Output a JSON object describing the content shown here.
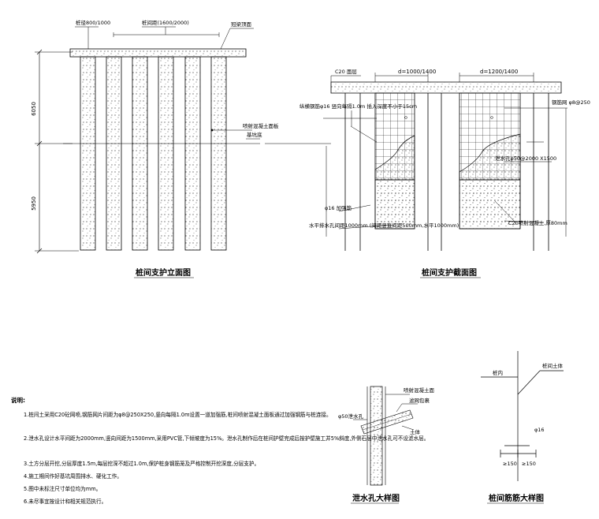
{
  "elevation": {
    "title": "桩间支护立面图",
    "label_pile_d": "桩径800/1000",
    "label_pile_spacing": "桩间距(1600/2000)",
    "label_crown_beam": "冠梁顶面",
    "label_spray": "喷射混凝土面板",
    "label_ground": "基坑底",
    "dim_upper": "6050",
    "dim_lower": "5950"
  },
  "section": {
    "title": "桩间支护截面图",
    "label_c20": "C20 面层",
    "dim_d1": "d=1000/1400",
    "dim_d2": "d=1200/1400",
    "label_rebar_left": "纵横钢筋φ16 竖向每隔1.0m 插入深度不小于15cm",
    "label_rebar_right": "钢筋网 φ8@250",
    "label_drain": "泄水孔φ50@2000 X1500",
    "label_anchor": "φ16 加强筋",
    "label_weep": "水平排水孔间距1000mm (间距竖直间距500mm,水平1000mm)",
    "label_c20_thick": "C20喷射混凝土,厚80mm"
  },
  "notes": {
    "heading": "说明:",
    "items": [
      "1.桩间土采用C20砼网喷,钢筋网片间距为φ8@250X250,竖向每隔1.0m设置一道加强筋,桩间喷射混凝土面板通过加强钢筋与桩连接。",
      "2.泄水孔设计水平间距为2000mm,竖向间距为1500mm,采用PVC管,下倾坡度为15%。泄水孔制作后在桩间护壁完成后按护壁施工并5%斜度,外侧石层中泄水孔可不设滤水层。",
      "3.土方分层开挖,分层厚度1.5m,每层挖深不超过1.0m,保护桩身钢筋笼及严格控制开挖深度,分层支护。",
      "4.施工期间作好基坑周围排水、硬化工作。",
      "5.图中未标注尺寸单位均为mm。",
      "6.未尽事宜按设计和相关规范执行。"
    ]
  },
  "drain_detail": {
    "title": "泄水孔大样图",
    "label_spray": "喷射混凝土面",
    "label_filter": "滤网包裹",
    "label_pipe": "φ50泄水孔",
    "label_soil": "土体"
  },
  "rebar_detail": {
    "title": "桩间筋筋大样图",
    "label_left": "桩内",
    "label_right": "桩间土体",
    "label_bar": "φ16",
    "dim_a": "≥150",
    "dim_b": "≥150"
  }
}
